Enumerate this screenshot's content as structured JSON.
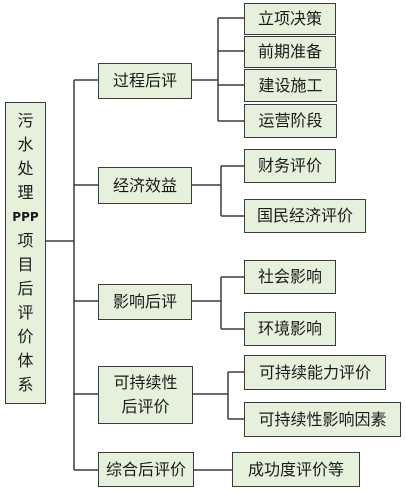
{
  "root": {
    "lines": [
      "污",
      "水",
      "处",
      "理",
      "PPP",
      "项",
      "目",
      "后",
      "评",
      "价",
      "体",
      "系"
    ]
  },
  "categories": [
    {
      "label": "过程后评",
      "children": [
        "立项决策",
        "前期准备",
        "建设施工",
        "运营阶段"
      ]
    },
    {
      "label": "经济效益",
      "children": [
        "财务评价",
        "国民经济评价"
      ]
    },
    {
      "label": "影响后评",
      "children": [
        "社会影响",
        "环境影响"
      ]
    },
    {
      "label_lines": [
        "可持续性",
        "后评价"
      ],
      "children": [
        "可持续能力评价",
        "可持续性影响因素"
      ]
    },
    {
      "label": "综合后评价",
      "children": [
        "成功度评价等"
      ]
    }
  ],
  "colors": {
    "box_fill": "#e6f1db",
    "box_border": "#3b3b3b",
    "line": "#3b3b3b"
  }
}
